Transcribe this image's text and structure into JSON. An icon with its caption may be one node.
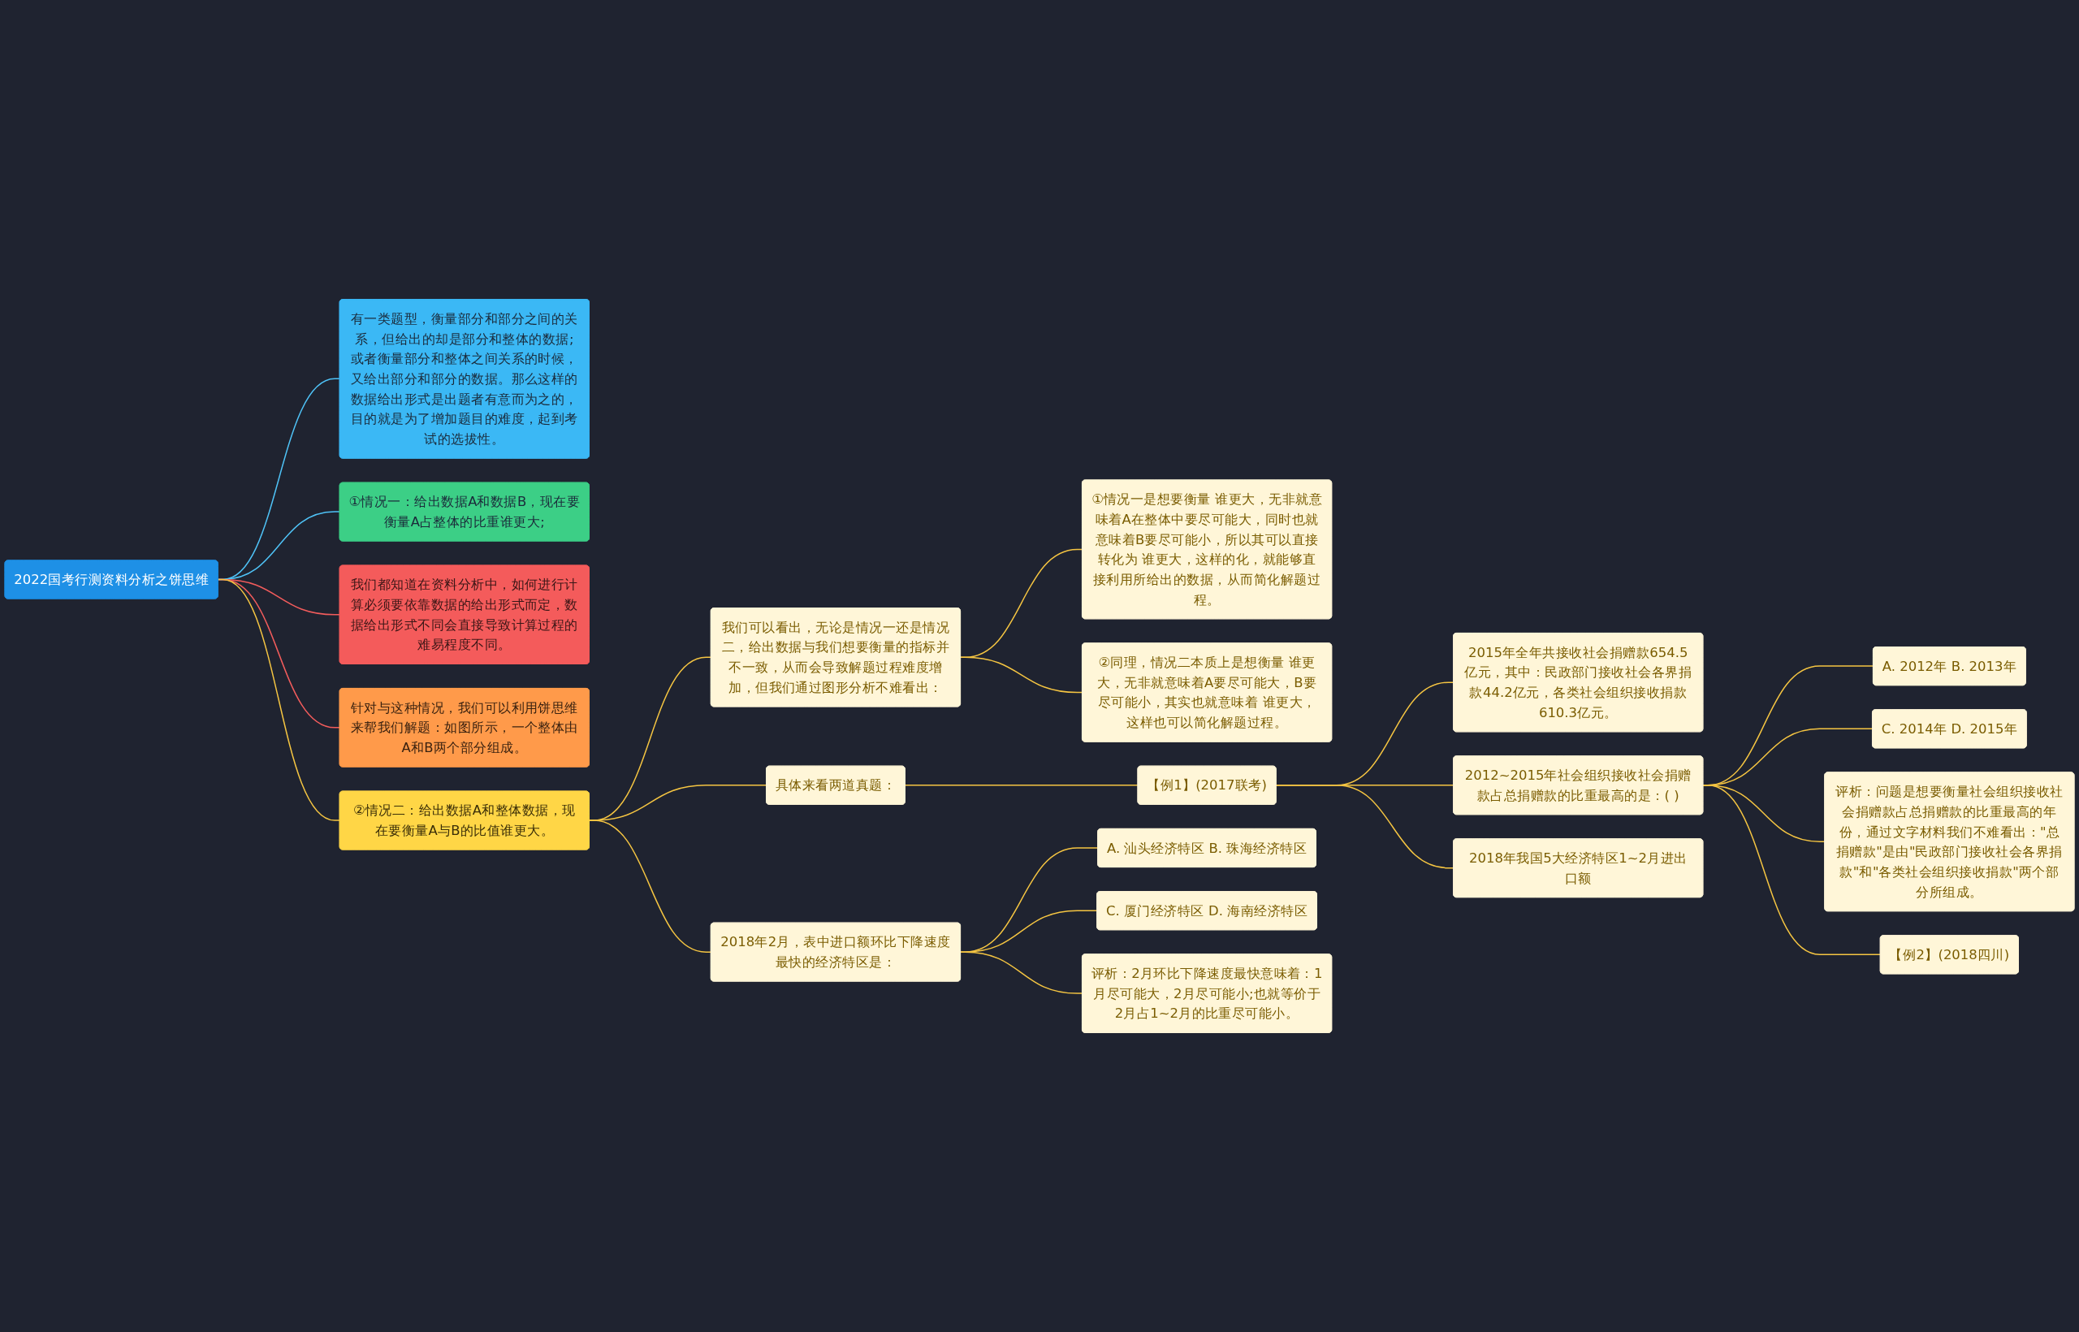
{
  "diagram": {
    "nodes": [
      {
        "text": [
          "2022国考行测资料分析之饼思维"
        ]
      },
      {
        "text": [
          "有一类题型，衡量部分和部分之间的关系，但给出的却是部分和整体的数据;或者衡量部分和整体之间关系的时候，又给出部分和部分的数据。那么这样的数据给出形式是出题者有意而为之的，目的就是为了增加题目的难度，起到考试的选拔性。"
        ]
      },
      {
        "text": [
          "①情况一：给出数据A和数据B，现在要衡量A占整体的比重谁更大;"
        ]
      },
      {
        "text": [
          "我们都知道在资料分析中，如何进行计算必须要依靠数据的给出形式而定，数据给出形式不同会直接导致计算过程的难易程度不同。"
        ]
      },
      {
        "text": [
          "针对与这种情况，我们可以利用饼思维来帮我们解题：如图所示，一个整体由A和B两个部分组成。"
        ]
      },
      {
        "text": [
          "②情况二：给出数据A和整体数据，现在要衡量A与B的比值谁更大。"
        ]
      },
      {
        "text": [
          "我们可以看出，无论是情况一还是情况二，给出数据与我们想要衡量的指标并不一致，从而会导致解题过程难度增加，但我们通过图形分析不难看出："
        ]
      },
      {
        "text": [
          "具体来看两道真题："
        ]
      },
      {
        "text": [
          "2018年2月，表中进口额环比下降速度最快的经济特区是："
        ]
      },
      {
        "text": [
          "①情况一是想要衡量 谁更大，无非就意味着A在整体中要尽可能大，同时也就意味着B要尽可能小，所以其可以直接转化为 谁更大，这样的化，就能够直接利用所给出的数据，从而简化解题过程。"
        ]
      },
      {
        "text": [
          "②同理，情况二本质上是想衡量 谁更大，无非就意味着A要尽可能大，B要尽可能小，其实也就意味着 谁更大，这样也可以简化解题过程。"
        ]
      },
      {
        "text": [
          "【例1】(2017联考)"
        ]
      },
      {
        "text": [
          "2015年全年共接收社会捐赠款654.5亿元，其中：民政部门接收社会各界捐款44.2亿元，各类社会组织接收捐款610.3亿元。"
        ]
      },
      {
        "text": [
          "2012~2015年社会组织接收社会捐赠款占总捐赠款的比重最高的是：( )"
        ]
      },
      {
        "text": [
          "2018年我国5大经济特区1~2月进出口额"
        ]
      },
      {
        "text": [
          "A. 2012年 B. 2013年"
        ]
      },
      {
        "text": [
          "C. 2014年 D. 2015年"
        ]
      },
      {
        "text": [
          "评析：问题是想要衡量社会组织接收社会捐赠款占总捐赠款的比重最高的年份，通过文字材料我们不难看出：\"总捐赠款\"是由\"民政部门接收社会各界捐款\"和\"各类社会组织接收捐款\"两个部分所组成。"
        ]
      },
      {
        "text": [
          "【例2】(2018四川)"
        ]
      },
      {
        "text": [
          "A. 汕头经济特区 B. 珠海经济特区"
        ]
      },
      {
        "text": [
          "C. 厦门经济特区 D. 海南经济特区"
        ]
      },
      {
        "text": [
          "评析：2月环比下降速度最快意味着：1月尽可能大，2月尽可能小;也就等价于2月占1~2月的比重尽可能小。"
        ]
      }
    ],
    "edges": [
      {
        "from": 0,
        "to": 1,
        "arrow": "none",
        "color": "#4fc3f7"
      },
      {
        "from": 0,
        "to": 2,
        "arrow": "none",
        "color": "#4fc3f7"
      },
      {
        "from": 0,
        "to": 3,
        "arrow": "none",
        "color": "#f25c5c"
      },
      {
        "from": 0,
        "to": 4,
        "arrow": "none",
        "color": "#f25c5c"
      },
      {
        "from": 0,
        "to": 5,
        "arrow": "none"
      },
      {
        "from": 5,
        "to": 6,
        "arrow": "none"
      },
      {
        "from": 5,
        "to": 7,
        "arrow": "none"
      },
      {
        "from": 5,
        "to": 8,
        "arrow": "none"
      },
      {
        "from": 6,
        "to": 9,
        "arrow": "none"
      },
      {
        "from": 6,
        "to": 10,
        "arrow": "none"
      },
      {
        "from": 7,
        "to": 11,
        "arrow": "none"
      },
      {
        "from": 11,
        "to": 12,
        "arrow": "none"
      },
      {
        "from": 11,
        "to": 13,
        "arrow": "none"
      },
      {
        "from": 11,
        "to": 14,
        "arrow": "none"
      },
      {
        "from": 13,
        "to": 15,
        "arrow": "none"
      },
      {
        "from": 13,
        "to": 16,
        "arrow": "none"
      },
      {
        "from": 13,
        "to": 17,
        "arrow": "none"
      },
      {
        "from": 13,
        "to": 18,
        "arrow": "none"
      },
      {
        "from": 8,
        "to": 19,
        "arrow": "none"
      },
      {
        "from": 8,
        "to": 20,
        "arrow": "none"
      },
      {
        "from": 8,
        "to": 21,
        "arrow": "none"
      }
    ]
  }
}
